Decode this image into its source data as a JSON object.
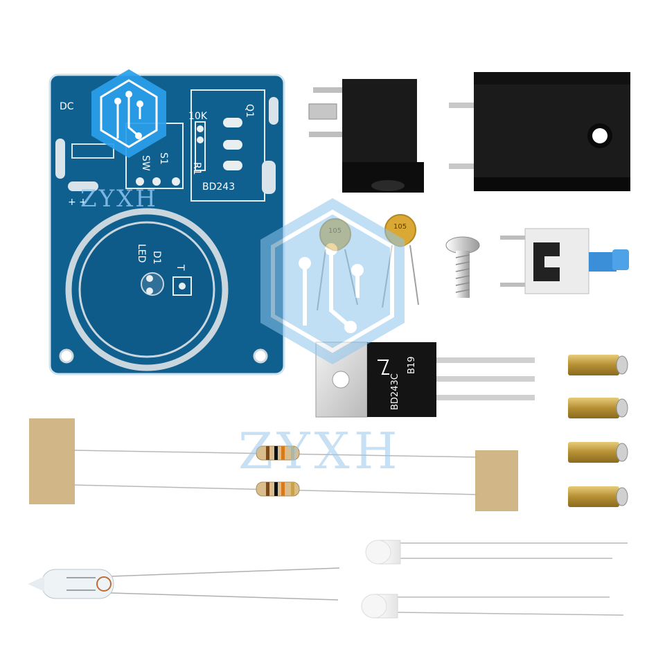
{
  "watermark": {
    "brand": "ZYXH"
  },
  "pcb": {
    "labels": {
      "dc": "DC",
      "plus_plus": "+ +",
      "r1_value": "10K",
      "r1": "R1",
      "q1": "Q1",
      "s1": "S1",
      "sw": "SW",
      "transistor": "BD243",
      "d1": "D1",
      "led": "LED",
      "touch": "T"
    }
  },
  "components": {
    "capacitor_marking": "105",
    "transistor_marking": "BD243C",
    "transistor_batch": "B19"
  },
  "colors": {
    "pcb": "#0f5f8f",
    "brass": "#c9a54a",
    "heatsink": "#141414",
    "button_cap": "#3a8fd8"
  }
}
